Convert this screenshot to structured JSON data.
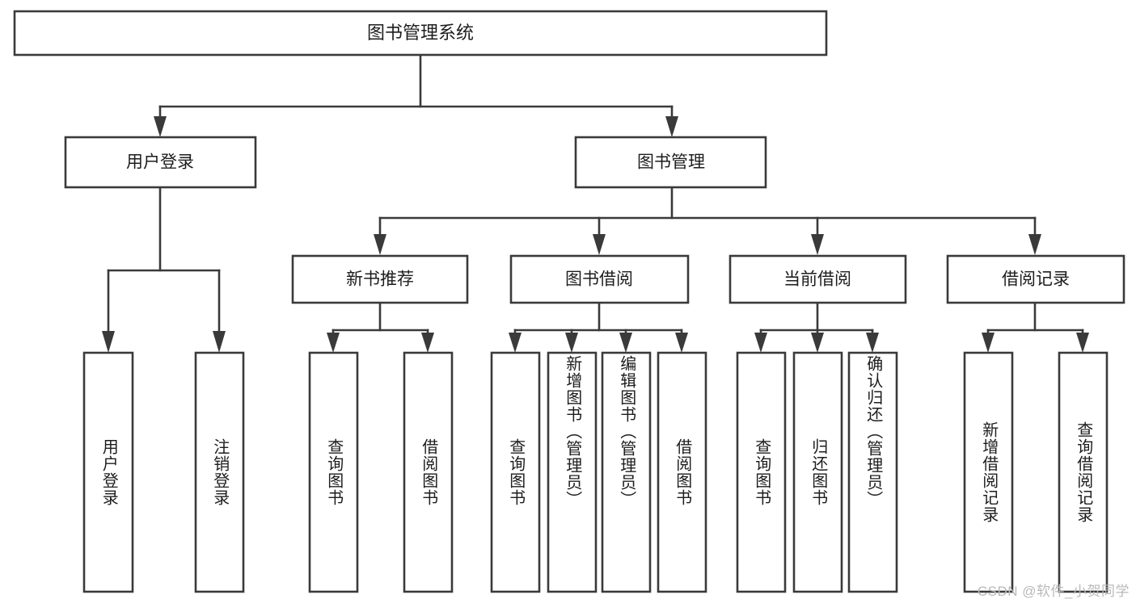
{
  "diagram": {
    "type": "hierarchy-tree",
    "title": "图书管理系统",
    "watermark": "CSDN @软件_小贺同学",
    "colors": {
      "stroke": "#3a3a3a",
      "box_fill": "#ffffff",
      "text": "#1d1d1d",
      "background": "#ffffff",
      "watermark": "#b9b9b9"
    },
    "levels": {
      "root": {
        "label": "图书管理系统"
      },
      "level2": [
        {
          "label": "用户登录"
        },
        {
          "label": "图书管理"
        }
      ],
      "level3": [
        {
          "label": "新书推荐"
        },
        {
          "label": "图书借阅"
        },
        {
          "label": "当前借阅"
        },
        {
          "label": "借阅记录"
        }
      ],
      "leaves": [
        {
          "label": "用户登录",
          "parent": "用户登录"
        },
        {
          "label": "注销登录",
          "parent": "用户登录"
        },
        {
          "label": "查询图书",
          "parent": "新书推荐"
        },
        {
          "label": "借阅图书",
          "parent": "新书推荐"
        },
        {
          "label": "查询图书",
          "parent": "图书借阅"
        },
        {
          "label": "新增图书（管理员）",
          "parent": "图书借阅"
        },
        {
          "label": "编辑图书（管理员）",
          "parent": "图书借阅"
        },
        {
          "label": "借阅图书",
          "parent": "图书借阅"
        },
        {
          "label": "查询图书",
          "parent": "当前借阅"
        },
        {
          "label": "归还图书",
          "parent": "当前借阅"
        },
        {
          "label": "确认归还（管理员）",
          "parent": "当前借阅"
        },
        {
          "label": "新增借阅记录",
          "parent": "借阅记录"
        },
        {
          "label": "查询借阅记录",
          "parent": "借阅记录"
        }
      ]
    }
  }
}
